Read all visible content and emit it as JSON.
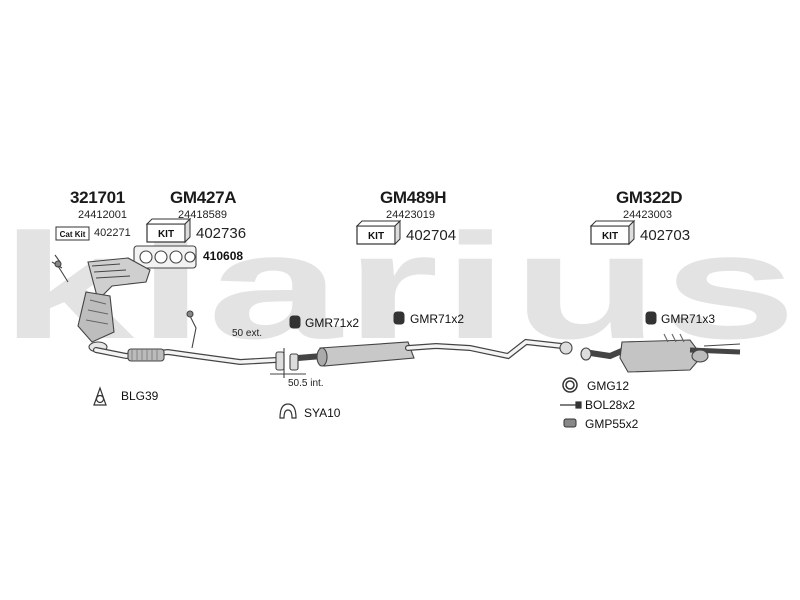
{
  "watermark": "klarius",
  "groups": [
    {
      "code": "321701",
      "ref": "24412001",
      "kit_tag": "Cat Kit",
      "kit_number": "402271"
    },
    {
      "code": "GM427A",
      "ref": "24418589",
      "kit_tag": "KIT",
      "kit_number": "402736",
      "gasket": "410608"
    },
    {
      "code": "GM489H",
      "ref": "24423019",
      "kit_tag": "KIT",
      "kit_number": "402704"
    },
    {
      "code": "GM322D",
      "ref": "24423003",
      "kit_tag": "KIT",
      "kit_number": "402703"
    }
  ],
  "parts": {
    "blg": "BLG39",
    "sya": "SYA10",
    "gmr_1": "GMR71x2",
    "gmr_2": "GMR71x2",
    "gmr_3": "GMR71x3",
    "gmg": "GMG12",
    "bol": "BOL28x2",
    "gmp": "GMP55x2"
  },
  "notes": {
    "ext": "50 ext.",
    "int": "50.5 int."
  }
}
